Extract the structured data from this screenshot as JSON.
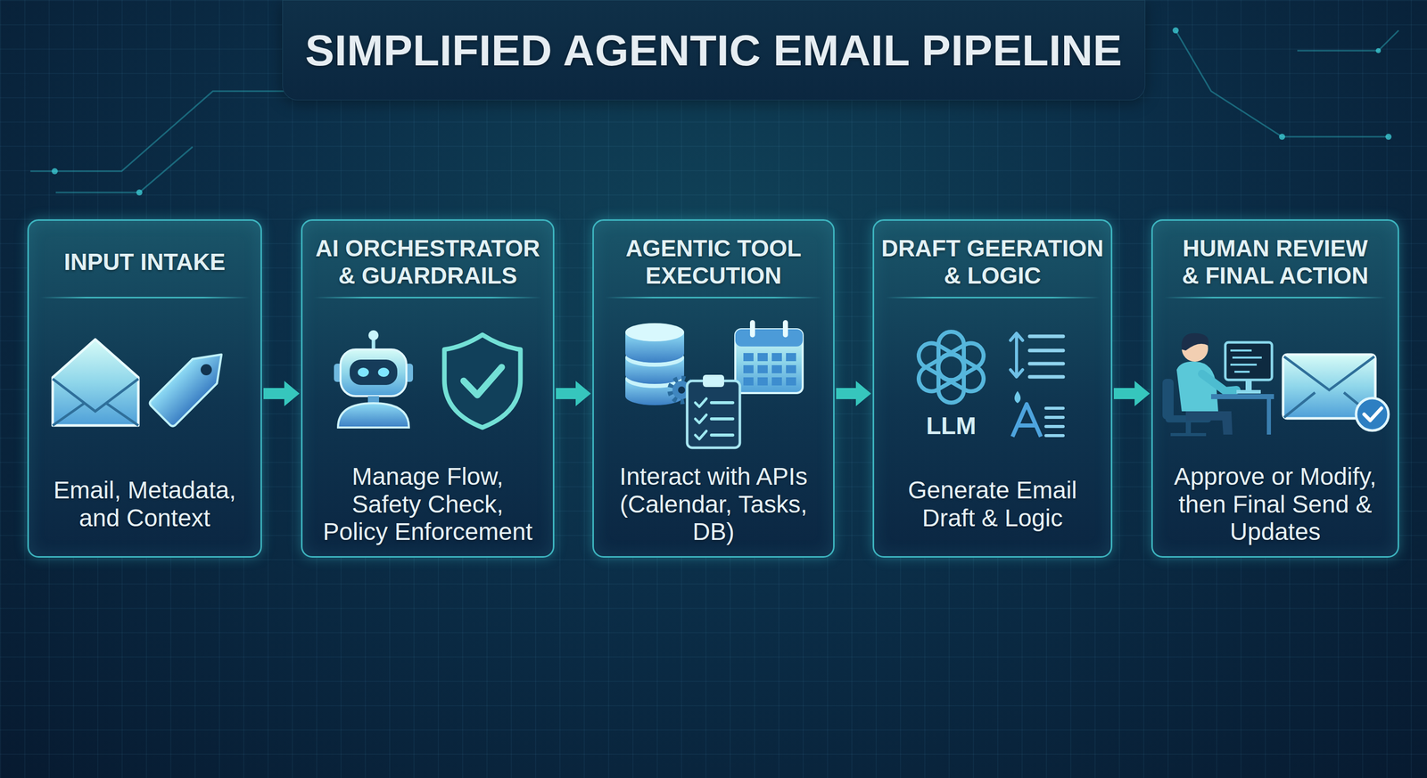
{
  "diagram": {
    "title": "SIMPLIFIED AGENTIC EMAIL PIPELINE",
    "nodes": [
      {
        "text": [
          "INPUT INTAKE",
          "Email, Metadata, and Context"
        ]
      },
      {
        "text": [
          "AI ORCHESTRATOR & GUARDRAILS",
          "Manage Flow, Safety Check, Policy Enforcement"
        ]
      },
      {
        "text": [
          "AGENTIC TOOL EXECUTION",
          "Interact with APIs (Calendar, Tasks, DB)"
        ]
      },
      {
        "text": [
          "DRAFT GEERATION & LOGIC",
          "Generate Email Draft & Logic"
        ]
      },
      {
        "text": [
          "HUMAN REVIEW & FINAL ACTION",
          "Approve or Modify, then Final Send & Updates"
        ]
      }
    ],
    "edges": [
      {
        "from": 0,
        "to": 1,
        "arrow": "to"
      },
      {
        "from": 1,
        "to": 2,
        "arrow": "to"
      },
      {
        "from": 2,
        "to": 3,
        "arrow": "to"
      },
      {
        "from": 3,
        "to": 4,
        "arrow": "to"
      }
    ],
    "labels": [
      "LLM"
    ]
  }
}
